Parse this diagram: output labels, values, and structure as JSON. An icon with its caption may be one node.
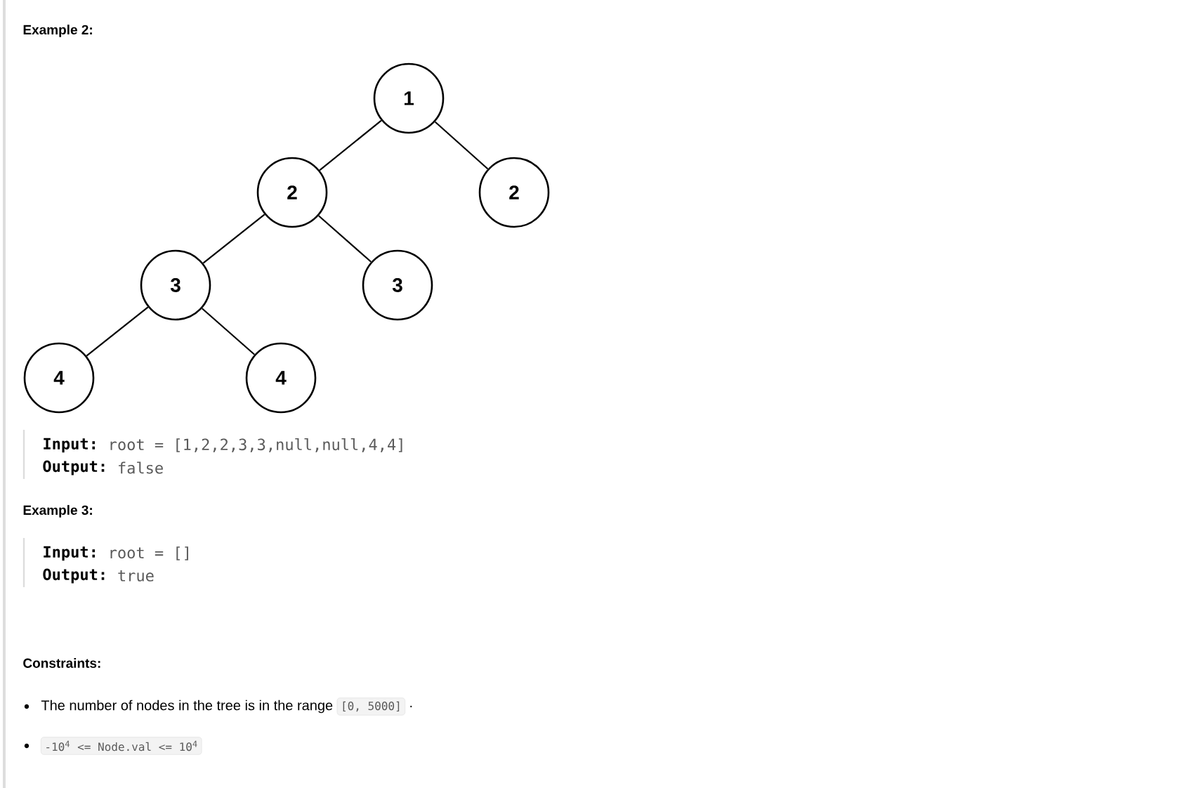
{
  "diagram": {
    "title": "Example 2:",
    "nodes": [
      {
        "text": [
          "1"
        ]
      },
      {
        "text": [
          "2"
        ]
      },
      {
        "text": [
          "2"
        ]
      },
      {
        "text": [
          "3"
        ]
      },
      {
        "text": [
          "3"
        ]
      },
      {
        "text": [
          "4"
        ]
      },
      {
        "text": [
          "4"
        ]
      }
    ],
    "edges": [
      {
        "from": 0,
        "to": 1,
        "arrow": "none"
      },
      {
        "from": 0,
        "to": 2,
        "arrow": "none"
      },
      {
        "from": 1,
        "to": 3,
        "arrow": "none"
      },
      {
        "from": 1,
        "to": 4,
        "arrow": "none"
      },
      {
        "from": 3,
        "to": 5,
        "arrow": "none"
      },
      {
        "from": 3,
        "to": 6,
        "arrow": "none"
      }
    ],
    "labels": [
      "Input:",
      "root = [1,2,2,3,3,null,null,4,4]",
      "Output:",
      "false",
      "Example 3:",
      "Input:",
      "root = []",
      "Output:",
      "true",
      "Constraints:",
      "The number of nodes in the tree is in the range",
      "[0, 5000]",
      ".",
      "-10$^{4}$ <= Node.val <= 10$^{4}$"
    ]
  }
}
